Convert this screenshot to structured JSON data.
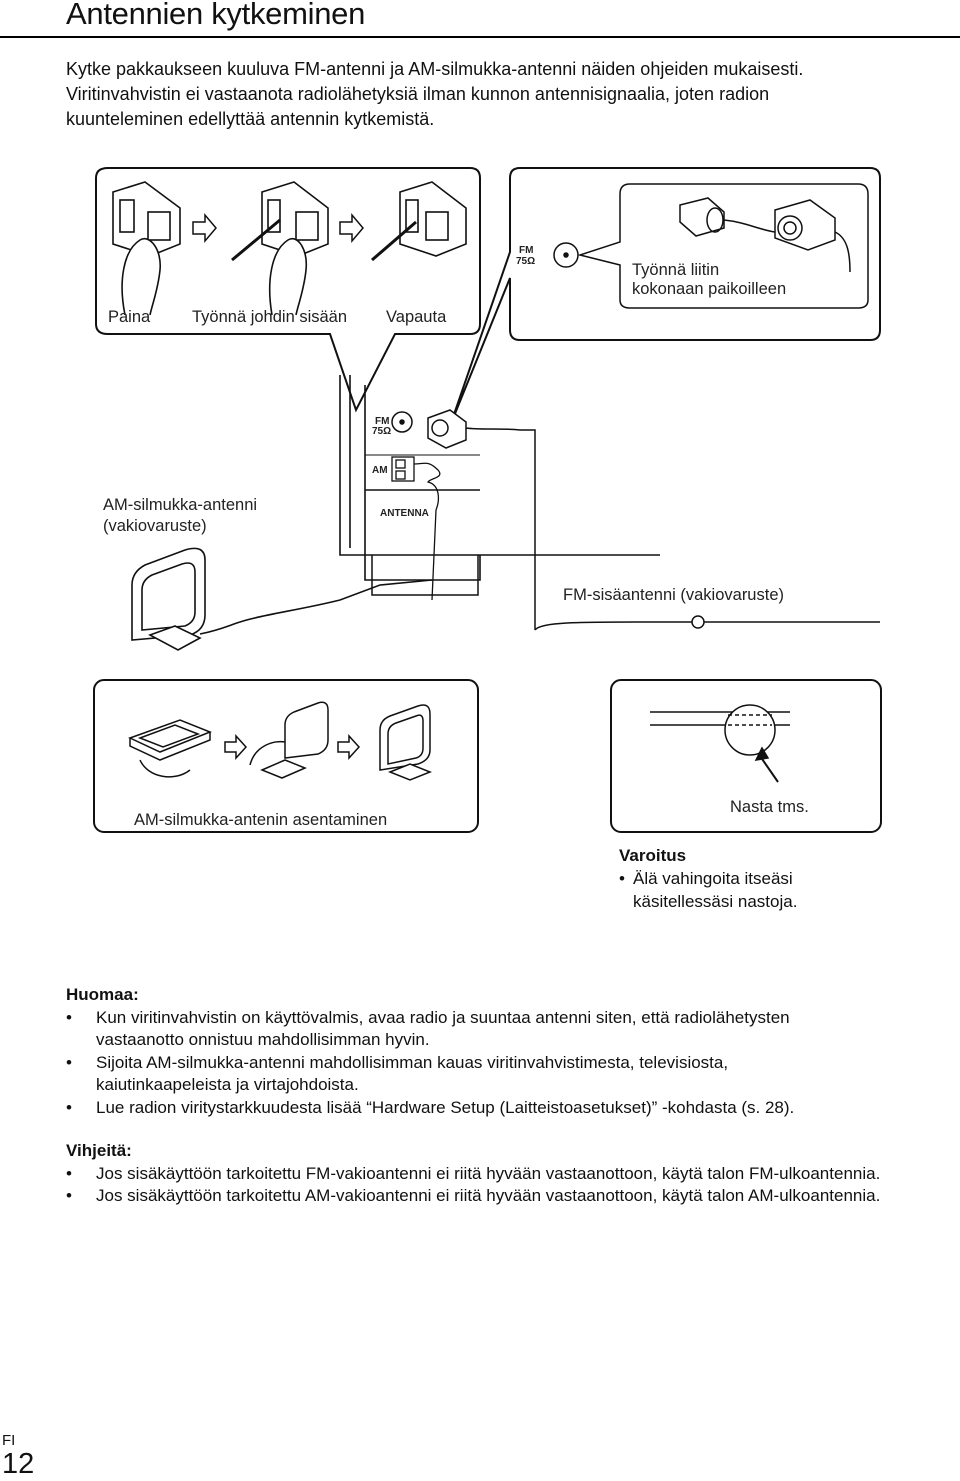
{
  "title": "Antennien kytkeminen",
  "intro": [
    "Kytke pakkaukseen kuuluva FM-antenni ja AM-silmukka-antenni näiden ohjeiden mukaisesti.",
    "Viritinvahvistin ei vastaanota radiolähetyksiä ilman kunnon antennisignaalia, joten radion",
    "kuunteleminen edellyttää antennin kytkemistä."
  ],
  "diagram": {
    "step_press": "Paina",
    "step_insert": "Työnnä johdin sisään",
    "step_release": "Vapauta",
    "fm_label": "FM",
    "fm_ohm": "75Ω",
    "push_connector": [
      "Työnnä liitin",
      "kokonaan paikoilleen"
    ],
    "am_label": "AM",
    "antenna_label": "ANTENNA",
    "am_antenna": [
      "AM-silmukka-antenni",
      "(vakiovaruste)"
    ],
    "fm_antenna": "FM-sisäantenni (vakiovaruste)",
    "am_assembly": "AM-silmukka-antenin asentaminen",
    "pin": "Nasta tms."
  },
  "warning": {
    "heading": "Varoitus",
    "items": [
      "Älä vahingoita itseäsi",
      "käsitellessäsi nastoja."
    ]
  },
  "notes": {
    "heading": "Huomaa:",
    "items": [
      [
        "Kun viritinvahvistin on käyttövalmis, avaa radio ja suuntaa antenni siten, että radiolähetysten",
        "vastaanotto onnistuu mahdollisimman hyvin."
      ],
      [
        "Sijoita AM-silmukka-antenni mahdollisimman kauas viritinvahvistimesta, televisiosta,",
        "kaiutinkaapeleista ja virtajohdoista."
      ],
      [
        "Lue radion viritystarkkuudesta lisää “Hardware Setup (Laitteistoasetukset)” -kohdasta (s. 28)."
      ]
    ]
  },
  "tips": {
    "heading": "Vihjeitä:",
    "items": [
      "Jos sisäkäyttöön tarkoitettu FM-vakioantenni ei riitä hyvään vastaanottoon, käytä talon FM-ulkoantennia.",
      "Jos sisäkäyttöön tarkoitettu AM-vakioantenni ei riitä hyvään vastaanottoon, käytä talon AM-ulkoantennia."
    ]
  },
  "footer": {
    "lang": "FI",
    "page": "12"
  }
}
